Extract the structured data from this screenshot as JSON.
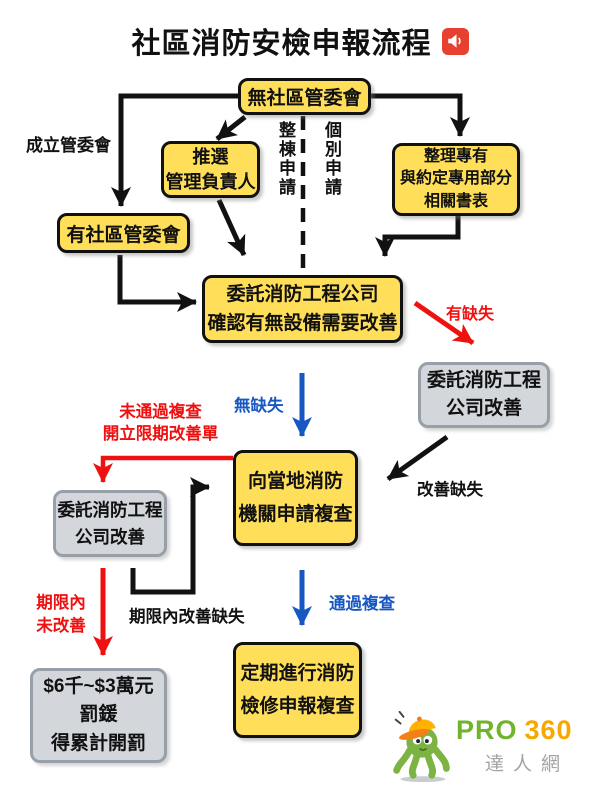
{
  "title": {
    "text": "社區消防安檢申報流程",
    "icon": "megaphone-icon"
  },
  "colors": {
    "box_yellow": "#FFDE59",
    "box_gray": "#D3D7DB",
    "gray_border": "#97A0A8",
    "arrow_black": "#111111",
    "arrow_red": "#EF1010",
    "arrow_blue": "#1757C2",
    "title_icon_red": "#E8402F",
    "logo_green": "#6FB42C",
    "logo_orange": "#F6A800",
    "logo_gray": "#A3A3A3"
  },
  "nodes": {
    "no_committee": {
      "label": "無社區管委會",
      "type": "yellow"
    },
    "elect_manager": {
      "label": "推選\n管理負責人",
      "type": "yellow"
    },
    "has_committee": {
      "label": "有社區管委會",
      "type": "yellow"
    },
    "prepare_docs": {
      "label": "整理專有\n與約定專用部分\n相關書表",
      "type": "yellow"
    },
    "hire_check": {
      "label": "委託消防工程公司\n確認有無設備需要改善",
      "type": "yellow"
    },
    "improve_right": {
      "label": "委託消防工程\n公司改善",
      "type": "gray"
    },
    "apply_reinspect": {
      "label": "向當地消防\n機關申請複查",
      "type": "yellow"
    },
    "improve_left": {
      "label": "委託消防工程\n公司改善",
      "type": "gray"
    },
    "penalty": {
      "label": "$6千~$3萬元\n罰鍰\n得累計開罰",
      "type": "gray"
    },
    "periodic": {
      "label": "定期進行消防\n檢修申報複查",
      "type": "yellow"
    }
  },
  "edge_labels": {
    "establish_committee": "成立管委會",
    "whole_building": "整棟申請",
    "individual": "個別申請",
    "has_defect": "有缺失",
    "no_defect": "無缺失",
    "improve_defect": "改善缺失",
    "fail_reinspection": "未通過複查\n開立限期改善單",
    "overdue": "期限內\n未改善",
    "improved_in_time": "期限內改善缺失",
    "pass_reinspection": "通過複查"
  },
  "logo": {
    "brand": "PRO",
    "brand_num": "360",
    "subtitle": "達人網"
  }
}
